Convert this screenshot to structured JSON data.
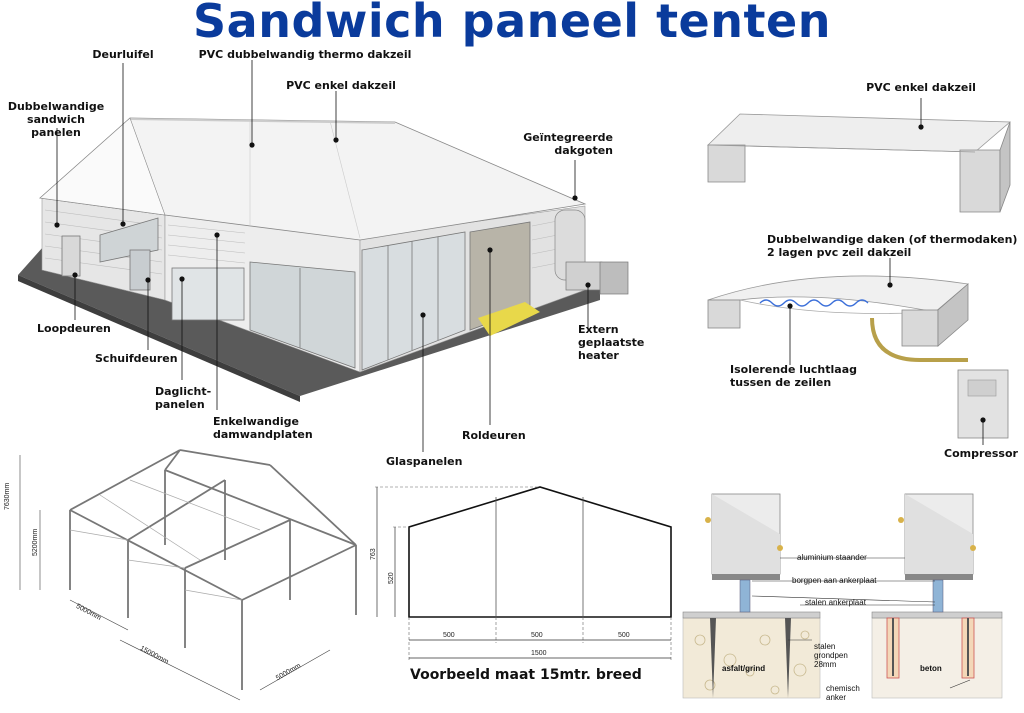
{
  "title": "Sandwich paneel tenten",
  "tent_labels": {
    "deurluifel": "Deurluifel",
    "pvc_dubbel": "PVC dubbelwandig thermo dakzeil",
    "pvc_enkel": "PVC enkel dakzeil",
    "dubbelwandige": "Dubbelwandige sandwich panelen",
    "dakgoten": "Geïntegreerde dakgoten",
    "loopdeuren": "Loopdeuren",
    "schuifdeuren": "Schuifdeuren",
    "daglicht": "Daglicht-panelen",
    "enkelwandige": "Enkelwandige damwandplaten",
    "heater": "Extern geplaatste heater",
    "roldeuren": "Roldeuren",
    "glaspanelen": "Glaspanelen"
  },
  "roof_labels": {
    "pvc_enkel_right": "PVC enkel dakzeil",
    "dubbel_daken": "Dubbelwandige daken (of thermodaken)",
    "lagen": "2 lagen pvc zeil dakzeil",
    "isolerende": "Isolerende luchtlaag tussen de zeilen",
    "compressor": "Compressor"
  },
  "frame_dims": {
    "h1": "7630mm",
    "h2": "5200mm",
    "w1": "5000mm",
    "w2": "15000mm",
    "w3": "5000mm"
  },
  "profile": {
    "h_total": "763",
    "h_wall": "520",
    "bay1": "500",
    "bay2": "500",
    "bay3": "500",
    "total": "1500",
    "caption": "Voorbeeld maat 15mtr. breed"
  },
  "anchor": {
    "staander": "aluminium staander",
    "borgpen": "borgpen aan ankerplaat",
    "ankerplaat": "stalen ankerplaat",
    "grondpen": "stalen grondpen 28mm",
    "asfalt": "asfalt/grind",
    "beton": "beton",
    "chemisch": "chemisch anker"
  },
  "colors": {
    "title": "#0a3b9c",
    "floor": "#555555",
    "accent_yellow": "#e8d84a"
  }
}
